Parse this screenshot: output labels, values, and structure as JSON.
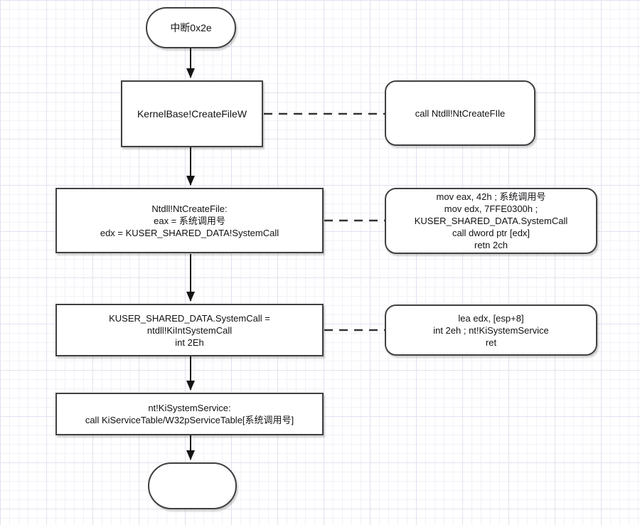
{
  "diagram": {
    "title": "int 0x2e system call flow",
    "colors": {
      "shape_border": "#404040",
      "shape_fill": "#ffffff",
      "arrow": "#141414",
      "grid_minor": "#f1f1f9",
      "grid_major": "#e2e2f0",
      "background": "#ffffff",
      "text": "#111111"
    },
    "nodes": {
      "start": {
        "shape": "terminator",
        "label": "中断0x2e"
      },
      "kernelbase": {
        "shape": "process",
        "label": "KernelBase!CreateFileW"
      },
      "call_ntdll": {
        "shape": "rounded",
        "label": "call Ntdll!NtCreateFIle"
      },
      "ntcreatefile": {
        "shape": "process",
        "lines": [
          "Ntdll!NtCreateFile:",
          "eax = 系统调用号",
          "edx = KUSER_SHARED_DATA!SystemCall"
        ]
      },
      "asm_systemcall": {
        "shape": "rounded",
        "lines": [
          "mov eax, 42h ; 系统调用号",
          "mov edx, 7FFE0300h ;",
          "KUSER_SHARED_DATA.SystemCall",
          "call dword ptr [edx]",
          "retn 2ch"
        ]
      },
      "kuser": {
        "shape": "process",
        "lines": [
          "KUSER_SHARED_DATA.SystemCall =",
          "ntdll!KiIntSystemCall",
          "int 2Eh"
        ]
      },
      "asm_int2e": {
        "shape": "rounded",
        "lines": [
          "lea edx, [esp+8]",
          "int 2eh ; nt!KiSystemService",
          "ret"
        ]
      },
      "kisystem": {
        "shape": "process",
        "lines": [
          "nt!KiSystemService:",
          "call KiServiceTable/W32pServiceTable[系统调用号]"
        ]
      },
      "end": {
        "shape": "terminator",
        "label": ""
      }
    },
    "connectors": [
      {
        "from": "start",
        "to": "kernelbase",
        "style": "solid-arrow"
      },
      {
        "from": "kernelbase",
        "to": "call_ntdll",
        "style": "dashed"
      },
      {
        "from": "kernelbase",
        "to": "ntcreatefile",
        "style": "solid-arrow"
      },
      {
        "from": "ntcreatefile",
        "to": "asm_systemcall",
        "style": "dashed"
      },
      {
        "from": "ntcreatefile",
        "to": "kuser",
        "style": "solid-arrow"
      },
      {
        "from": "kuser",
        "to": "asm_int2e",
        "style": "dashed"
      },
      {
        "from": "kuser",
        "to": "kisystem",
        "style": "solid-arrow"
      },
      {
        "from": "kisystem",
        "to": "end",
        "style": "solid-arrow"
      }
    ]
  }
}
